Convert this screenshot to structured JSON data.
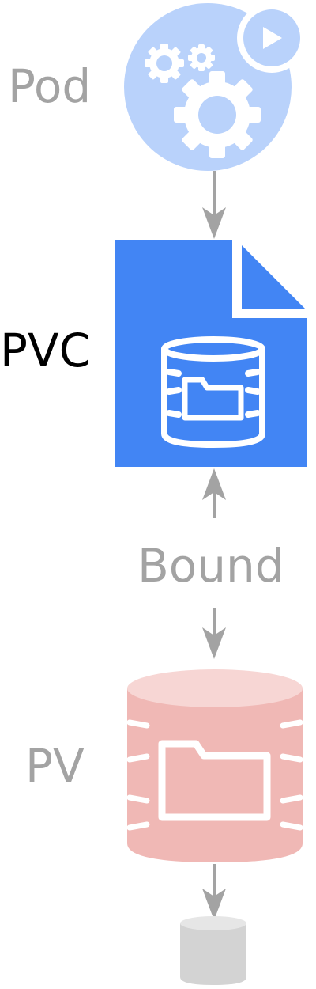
{
  "labels": {
    "pod": "Pod",
    "pvc": "PVC",
    "bound": "Bound",
    "pv": "PV"
  },
  "colors": {
    "pod_circle": "#b9d2fb",
    "pvc_doc": "#4285f4",
    "pv_db": "#f0b8b5",
    "pv_db_top": "#f7d6d4",
    "storage": "#d3d3d3",
    "storage_top": "#e6e6e6",
    "arrow": "#a3a3a3",
    "label_gray": "#a3a3a3",
    "label_dark": "#000000"
  }
}
